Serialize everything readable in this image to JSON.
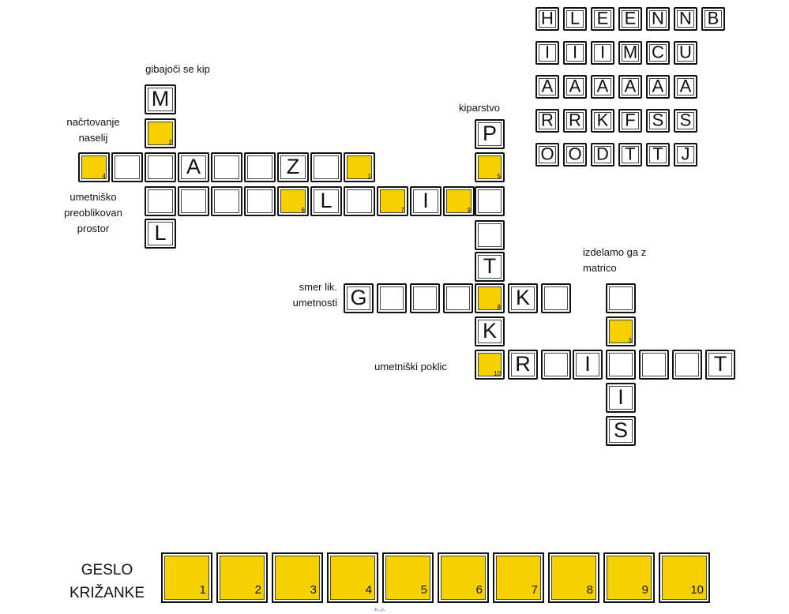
{
  "clues": {
    "c1": "gibajoči se kip",
    "c2": "načrtovanje\nnaselij",
    "c3": "umetniško\npreoblikovan\nprostor",
    "c4": "kiparstvo",
    "c5": "izdelamo ga z\nmatrico",
    "c6": "smer lik.\numetnosti",
    "c7": "umetniški poklic"
  },
  "grid_letters": {
    "m": "M",
    "a": "A",
    "z": "Z",
    "l1": "L",
    "i1": "I",
    "l2": "L",
    "p": "P",
    "t1": "T",
    "k1": "K",
    "g": "G",
    "k2": "K",
    "r": "R",
    "i2": "I",
    "t2": "T",
    "i3": "I",
    "s": "S"
  },
  "grid_numbers": {
    "n1": "1",
    "n2": "2",
    "n3": "3",
    "n4": "4",
    "n5": "5",
    "n6": "6",
    "n7": "7",
    "n8": "8",
    "n9": "9",
    "n10": "10"
  },
  "letter_bank": {
    "rows": [
      [
        "H",
        "L",
        "E",
        "E",
        "N",
        "N",
        "B"
      ],
      [
        "I",
        "I",
        "I",
        "M",
        "C",
        "U"
      ],
      [
        "A",
        "A",
        "A",
        "A",
        "A",
        "A"
      ],
      [
        "R",
        "R",
        "K",
        "F",
        "S",
        "S"
      ],
      [
        "O",
        "O",
        "D",
        "T",
        "T",
        "J"
      ]
    ]
  },
  "geslo": {
    "label": "GESLO\nKRIŽANKE",
    "numbers": [
      "1",
      "2",
      "3",
      "4",
      "5",
      "6",
      "7",
      "8",
      "9",
      "10"
    ]
  },
  "footer_mark": "·ʰ··ʸ·",
  "colors": {
    "highlight": "#f7d000",
    "border": "#111111"
  }
}
